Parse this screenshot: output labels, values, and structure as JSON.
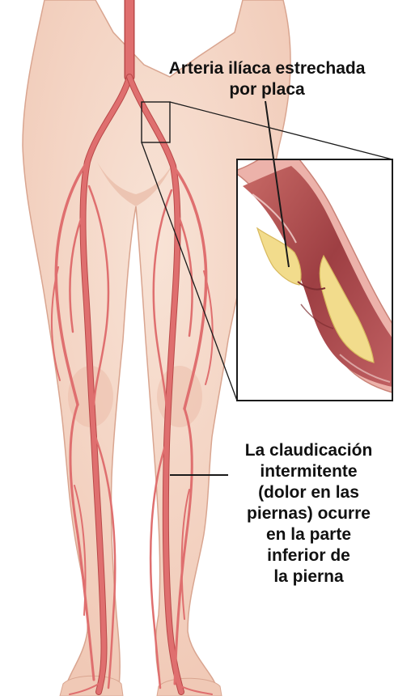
{
  "labels": {
    "iliac": {
      "lines": [
        "Arteria ilíaca estrechada",
        "por placa"
      ]
    },
    "claudication": {
      "lines": [
        "La claudicación",
        "intermitente",
        "(dolor en las",
        "piernas) ocurre",
        "en la parte",
        "inferior de",
        "la pierna"
      ]
    }
  },
  "colors": {
    "skin": "#f3d3c2",
    "skin_shadow": "#e3b3a0",
    "artery": "#df6f6f",
    "artery_dark": "#b94848",
    "plaque": "#f2dc8c",
    "vessel_wall": "#e9a8a0",
    "vessel_lumen": "#a8494c"
  },
  "icons": [
    "legs-illustration",
    "artery-magnified-inset"
  ]
}
